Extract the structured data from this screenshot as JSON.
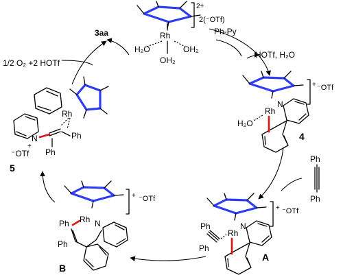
{
  "colors": {
    "cp_ring": "#2f3df2",
    "new_bond": "#e01212",
    "ink": "#000000"
  },
  "diagram": {
    "top_complex": {
      "charge": "2+",
      "counterion": "2(⁻OTf)",
      "metal": "Rh",
      "ligands": [
        "H₂O",
        "OH₂",
        "OH₂"
      ]
    },
    "right_step": {
      "reagent_in": "Ph-Py",
      "byproducts_out": "HOTf, H₂O"
    },
    "complex_4": {
      "label": "4",
      "charge": "+",
      "counterion": "⁻OTf",
      "metal": "Rh",
      "atoms": [
        "N",
        "H₂O"
      ]
    },
    "alkyne": {
      "top": "Ph",
      "bottom": "Ph"
    },
    "complex_A": {
      "label": "A",
      "charge": "+",
      "counterion": "⁻OTf",
      "metal": "Rh",
      "atoms": [
        "N",
        "Ph",
        "Ph"
      ]
    },
    "complex_B": {
      "label": "B",
      "charge": "+",
      "counterion": "⁻OTf",
      "metal": "Rh",
      "atoms": [
        "N",
        "Ph",
        "Ph"
      ]
    },
    "complex_5": {
      "label": "5",
      "metal": "Rh",
      "atoms": [
        "N",
        "+",
        "Ph",
        "Ph"
      ],
      "counterion": "⁻OTf"
    },
    "left_step": {
      "reagents": "1/2 O₂ +2 HOTf",
      "product": "3aa"
    }
  }
}
